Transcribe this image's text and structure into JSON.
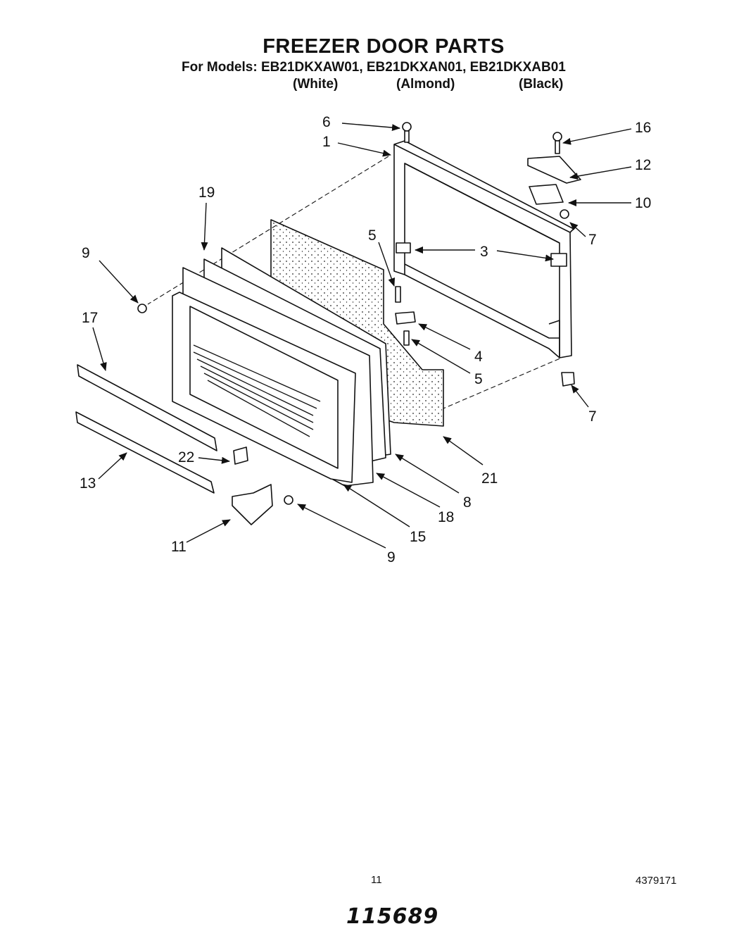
{
  "header": {
    "title": "FREEZER DOOR PARTS",
    "models": "For Models: EB21DKXAW01, EB21DKXAN01, EB21DKXAB01",
    "colors": [
      "(White)",
      "(Almond)",
      "(Black)"
    ]
  },
  "callouts": {
    "c6": "6",
    "c1": "1",
    "c16": "16",
    "c12": "12",
    "c10": "10",
    "c19": "19",
    "c5a": "5",
    "c7a": "7",
    "c3": "3",
    "c9a": "9",
    "c17": "17",
    "c4": "4",
    "c5b": "5",
    "c7b": "7",
    "c21": "21",
    "c22": "22",
    "c8": "8",
    "c13": "13",
    "c18": "18",
    "c15": "15",
    "c11": "11",
    "c9b": "9"
  },
  "footer": {
    "page_number": "11",
    "doc_number": "4379171",
    "handwritten": "115689"
  }
}
